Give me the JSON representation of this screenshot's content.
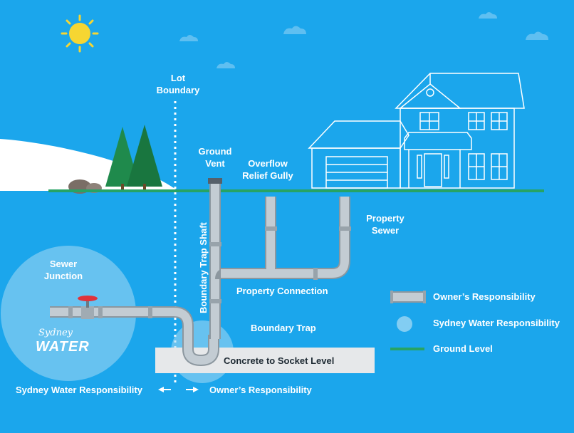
{
  "labels": {
    "lot_boundary": "Lot\nBoundary",
    "ground_vent": "Ground\nVent",
    "overflow_relief_gully": "Overflow\nRelief Gully",
    "property_sewer": "Property\nSewer",
    "sewer_junction": "Sewer\nJunction",
    "boundary_trap_shaft": "Boundary Trap Shaft",
    "property_connection": "Property Connection",
    "boundary_trap": "Boundary Trap",
    "concrete_to_socket_level": "Concrete to Socket Level",
    "sydney_water_responsibility_bottom": "Sydney Water Responsibility",
    "owners_responsibility_bottom": "Owner’s Responsibility"
  },
  "brand": {
    "line1": "Sydney",
    "line2": "WATER"
  },
  "legend": [
    {
      "key": "pipe",
      "label": "Owner’s Responsibility"
    },
    {
      "key": "circle",
      "label": "Sydney Water Responsibility"
    },
    {
      "key": "ground",
      "label": "Ground Level"
    }
  ],
  "colors": {
    "sky": "#1ba6ec",
    "ground_line": "#27a364",
    "pipe": "#b9c3cb",
    "tree": "#1f8a4c",
    "sun": "#f6d632",
    "valve": "#e0333b",
    "concrete": "#e6e8ea"
  }
}
